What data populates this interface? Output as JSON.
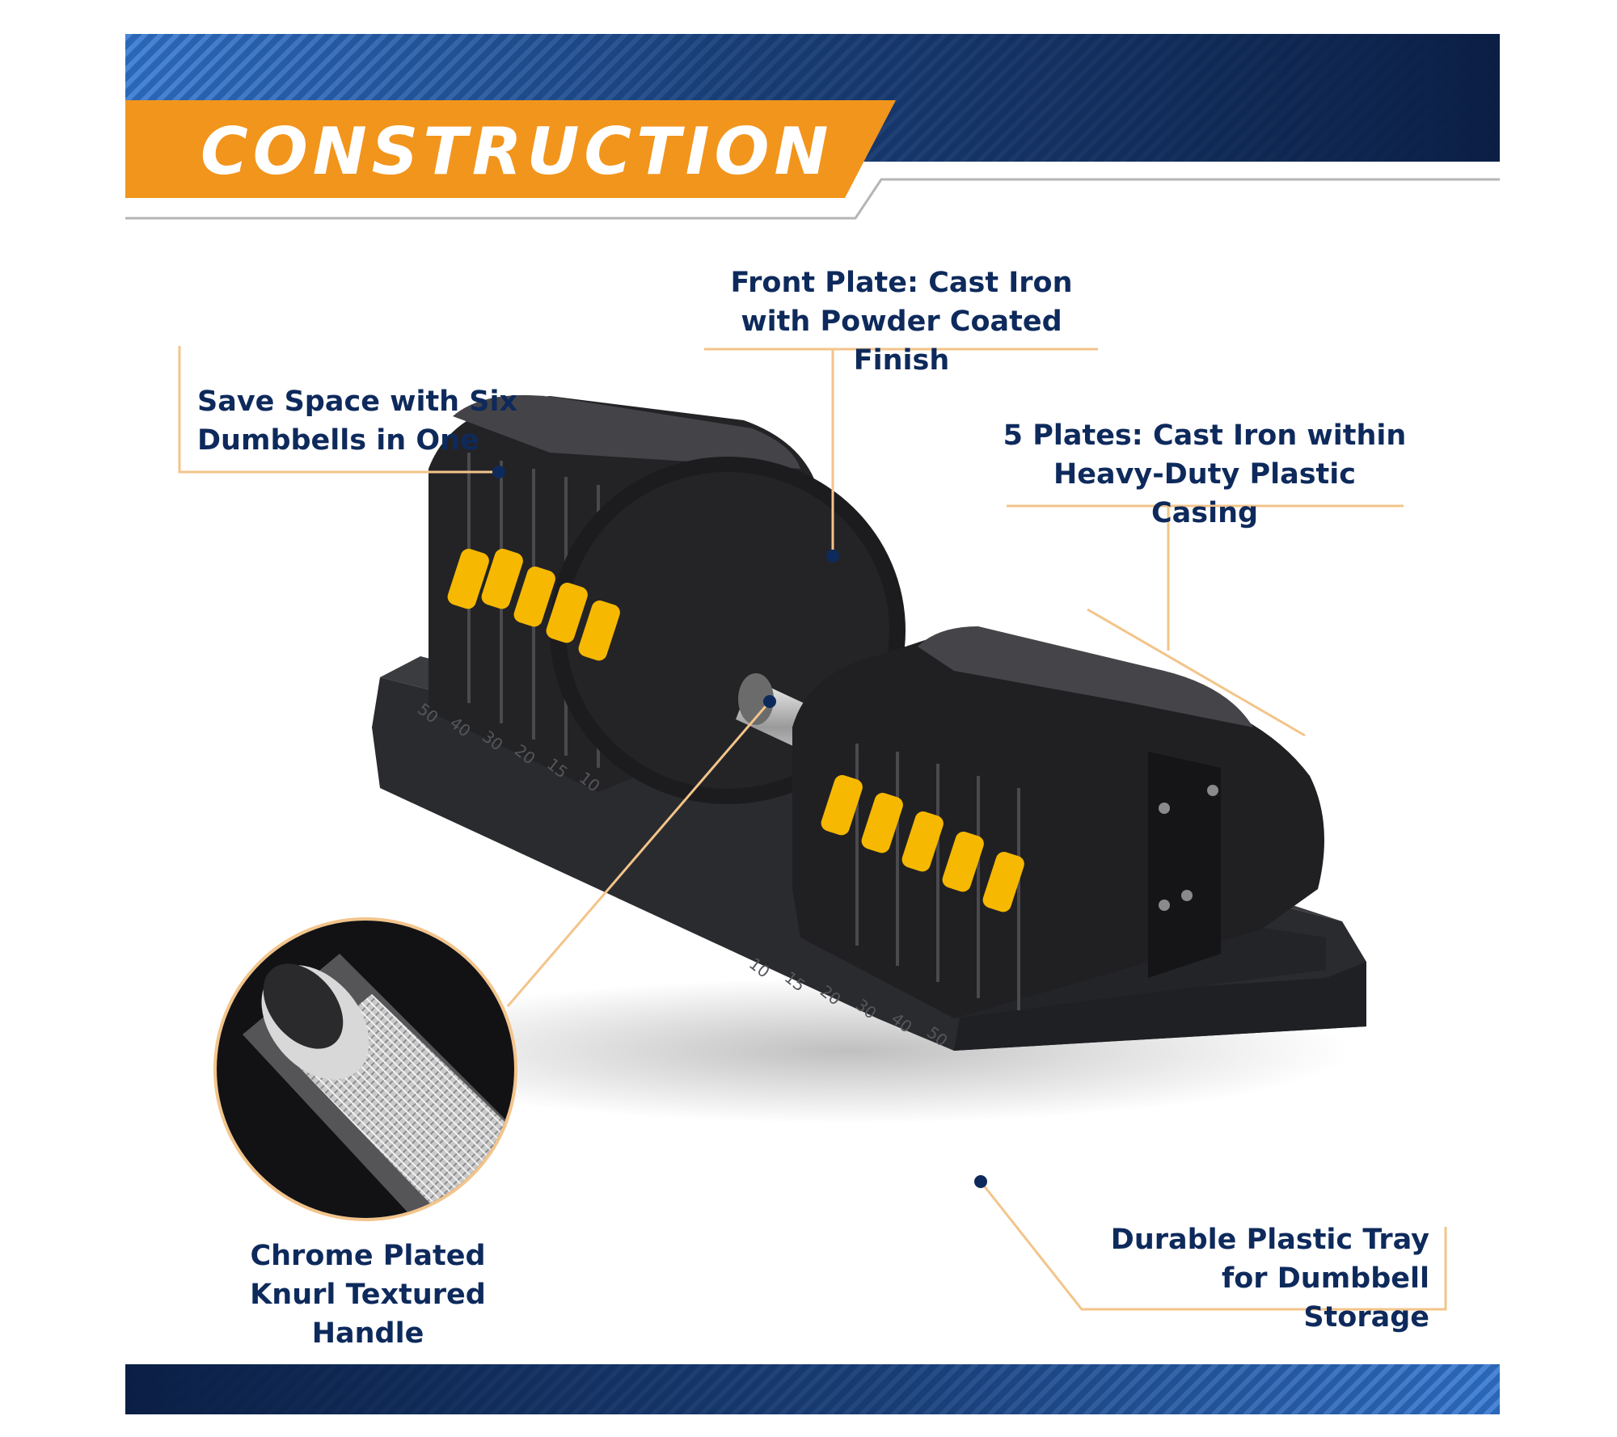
{
  "header": {
    "title": "CONSTRUCTION"
  },
  "callouts": {
    "front_plate": {
      "line1": "Front Plate: Cast Iron",
      "line2": "with Powder Coated Finish"
    },
    "save_space": {
      "line1": "Save Space with Six",
      "line2": "Dumbbells in One"
    },
    "plates": {
      "line1": "5 Plates: Cast Iron within",
      "line2": "Heavy-Duty Plastic Casing"
    },
    "handle": {
      "line1": "Chrome Plated",
      "line2": "Knurl Textured Handle"
    },
    "tray": {
      "line1": "Durable Plastic Tray",
      "line2": "for Dumbbell Storage"
    }
  },
  "tray_markings": {
    "left": [
      "50",
      "40",
      "30",
      "20",
      "15",
      "10"
    ],
    "right": [
      "10",
      "15",
      "20",
      "30",
      "40",
      "50"
    ]
  },
  "colors": {
    "navy": "#0b1f45",
    "accent_blue": "#2f6fc4",
    "orange": "#f2951c",
    "leader_line": "#f3c48a",
    "text": "#0e2a5c",
    "selector_yellow": "#f6b800"
  }
}
